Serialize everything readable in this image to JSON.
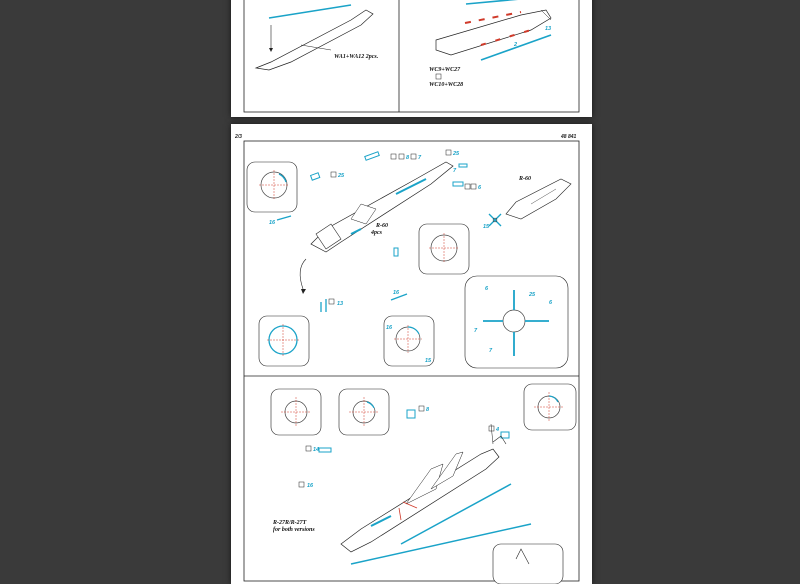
{
  "viewer": {
    "background": "#3a3a3a"
  },
  "colors": {
    "part_blue": "#1aa3c8",
    "line": "#222222",
    "red_mark": "#d03a2a"
  },
  "page_top": {
    "left_label": "WA1+WA12 2pcs.",
    "right_label_1": "WC9+WC27",
    "right_label_2": "WC10+WC28",
    "part_number_13": "13",
    "part_number_2": "2"
  },
  "page_bottom": {
    "page_left_number": "2/3",
    "page_right_number": "48 841",
    "r60_label_main": "R-60",
    "r60_label_main_qty": "4pcs",
    "r60_label_side": "R-60",
    "r27_label_1": "R-27R/R-27T",
    "r27_label_2": "for both versions",
    "callouts": {
      "n25a": "25",
      "n8a": "8",
      "n7a": "7",
      "n25b": "25",
      "n6a": "6",
      "n7b": "7",
      "n16a": "16",
      "n15a": "15",
      "n13a": "13",
      "n16b": "16",
      "n16c": "16",
      "n15b": "15",
      "n6b": "6",
      "n25c": "25",
      "n6c": "6",
      "n7c": "7",
      "n7d": "7",
      "n8b": "8",
      "n4": "4",
      "n14": "14",
      "n16d": "16"
    }
  },
  "icons": [
    "glue-icon",
    "bend-icon",
    "missile-drawing",
    "detail-circle"
  ]
}
